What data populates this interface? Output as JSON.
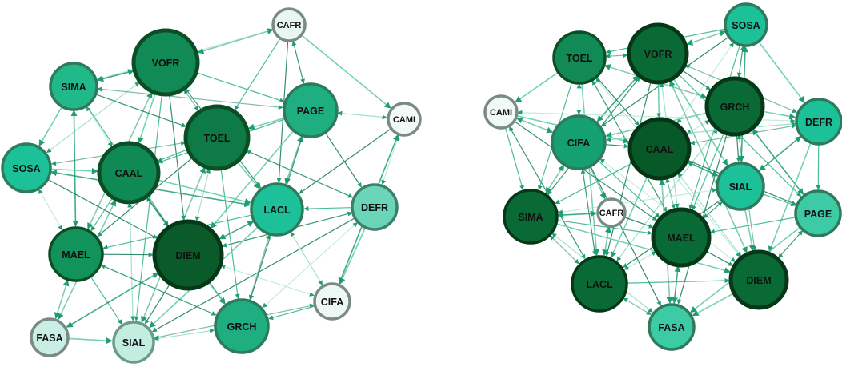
{
  "colors": {
    "stroke_dark": "#0d4d25",
    "stroke_mid": "#2f7a5a",
    "stroke_light": "#7a8a85"
  },
  "graphs": [
    {
      "id": "left",
      "nodes": [
        {
          "id": "CAFR",
          "fill": "#e8f7f2",
          "stroke": "#7a8a85"
        },
        {
          "id": "VOFR",
          "fill": "#128a55",
          "stroke": "#0d4d25"
        },
        {
          "id": "SIMA",
          "fill": "#22b98a",
          "stroke": "#2f7a5a"
        },
        {
          "id": "PAGE",
          "fill": "#1fae80",
          "stroke": "#2f7a5a"
        },
        {
          "id": "CAMI",
          "fill": "#f2faf7",
          "stroke": "#7a8a85"
        },
        {
          "id": "TOEL",
          "fill": "#0e7a45",
          "stroke": "#0d4d25"
        },
        {
          "id": "SOSA",
          "fill": "#1cc199",
          "stroke": "#2f7a5a"
        },
        {
          "id": "CAAL",
          "fill": "#108a55",
          "stroke": "#0d4d25"
        },
        {
          "id": "DEFR",
          "fill": "#6ad5b8",
          "stroke": "#3d7f6a"
        },
        {
          "id": "LACL",
          "fill": "#1cc199",
          "stroke": "#2f7a5a"
        },
        {
          "id": "MAEL",
          "fill": "#12935c",
          "stroke": "#0d4d25"
        },
        {
          "id": "DIEM",
          "fill": "#0a5a2a",
          "stroke": "#063818"
        },
        {
          "id": "CIFA",
          "fill": "#eef8f5",
          "stroke": "#7a8a85"
        },
        {
          "id": "FASA",
          "fill": "#c9eee4",
          "stroke": "#7a8a85"
        },
        {
          "id": "SIAL",
          "fill": "#c4ede1",
          "stroke": "#6a9a8a"
        },
        {
          "id": "GRCH",
          "fill": "#1fae80",
          "stroke": "#2f7a5a"
        }
      ],
      "edges": [
        [
          "CAFR",
          "VOFR"
        ],
        [
          "CAFR",
          "TOEL"
        ],
        [
          "CAFR",
          "PAGE"
        ],
        [
          "CAFR",
          "CAMI"
        ],
        [
          "CAFR",
          "SIMA"
        ],
        [
          "CAFR",
          "LACL"
        ],
        [
          "VOFR",
          "SIMA"
        ],
        [
          "VOFR",
          "PAGE"
        ],
        [
          "VOFR",
          "TOEL"
        ],
        [
          "VOFR",
          "CAAL"
        ],
        [
          "VOFR",
          "SOSA"
        ],
        [
          "VOFR",
          "DIEM"
        ],
        [
          "VOFR",
          "MAEL"
        ],
        [
          "VOFR",
          "SIAL"
        ],
        [
          "VOFR",
          "LACL"
        ],
        [
          "SIMA",
          "SOSA"
        ],
        [
          "SIMA",
          "CAAL"
        ],
        [
          "SIMA",
          "TOEL"
        ],
        [
          "SIMA",
          "MAEL"
        ],
        [
          "SIMA",
          "DIEM"
        ],
        [
          "SIMA",
          "PAGE"
        ],
        [
          "PAGE",
          "TOEL"
        ],
        [
          "PAGE",
          "CAMI"
        ],
        [
          "PAGE",
          "DEFR"
        ],
        [
          "PAGE",
          "LACL"
        ],
        [
          "PAGE",
          "CAAL"
        ],
        [
          "PAGE",
          "GRCH"
        ],
        [
          "PAGE",
          "DIEM"
        ],
        [
          "CAMI",
          "DEFR"
        ],
        [
          "CAMI",
          "LACL"
        ],
        [
          "CAMI",
          "CIFA"
        ],
        [
          "TOEL",
          "CAAL"
        ],
        [
          "TOEL",
          "SOSA"
        ],
        [
          "TOEL",
          "LACL"
        ],
        [
          "TOEL",
          "DIEM"
        ],
        [
          "TOEL",
          "MAEL"
        ],
        [
          "TOEL",
          "SIAL"
        ],
        [
          "TOEL",
          "GRCH"
        ],
        [
          "TOEL",
          "DEFR"
        ],
        [
          "SOSA",
          "CAAL"
        ],
        [
          "SOSA",
          "MAEL"
        ],
        [
          "SOSA",
          "DIEM"
        ],
        [
          "SOSA",
          "LACL"
        ],
        [
          "CAAL",
          "MAEL"
        ],
        [
          "CAAL",
          "DIEM"
        ],
        [
          "CAAL",
          "LACL"
        ],
        [
          "CAAL",
          "SIAL"
        ],
        [
          "CAAL",
          "GRCH"
        ],
        [
          "CAAL",
          "FASA"
        ],
        [
          "DEFR",
          "LACL"
        ],
        [
          "DEFR",
          "DIEM"
        ],
        [
          "DEFR",
          "CIFA"
        ],
        [
          "DEFR",
          "GRCH"
        ],
        [
          "DEFR",
          "SIAL"
        ],
        [
          "LACL",
          "DIEM"
        ],
        [
          "LACL",
          "MAEL"
        ],
        [
          "LACL",
          "GRCH"
        ],
        [
          "LACL",
          "SIAL"
        ],
        [
          "LACL",
          "CIFA"
        ],
        [
          "MAEL",
          "DIEM"
        ],
        [
          "MAEL",
          "FASA"
        ],
        [
          "MAEL",
          "SIAL"
        ],
        [
          "MAEL",
          "GRCH"
        ],
        [
          "DIEM",
          "GRCH"
        ],
        [
          "DIEM",
          "CIFA"
        ],
        [
          "DIEM",
          "SIAL"
        ],
        [
          "DIEM",
          "FASA"
        ],
        [
          "CIFA",
          "GRCH"
        ],
        [
          "CIFA",
          "SIAL"
        ],
        [
          "FASA",
          "SIAL"
        ],
        [
          "SIAL",
          "GRCH"
        ]
      ]
    },
    {
      "id": "right",
      "nodes": [
        {
          "id": "SOSA",
          "fill": "#1cc199",
          "stroke": "#2f7a5a"
        },
        {
          "id": "TOEL",
          "fill": "#128a55",
          "stroke": "#0d4d25"
        },
        {
          "id": "VOFR",
          "fill": "#0a6a35",
          "stroke": "#063818"
        },
        {
          "id": "GRCH",
          "fill": "#0a6a35",
          "stroke": "#063818"
        },
        {
          "id": "CAMI",
          "fill": "#f0f9f6",
          "stroke": "#7a8a85"
        },
        {
          "id": "DEFR",
          "fill": "#1cc199",
          "stroke": "#2f7a5a"
        },
        {
          "id": "CIFA",
          "fill": "#14a070",
          "stroke": "#2f7a5a"
        },
        {
          "id": "CAAL",
          "fill": "#075a28",
          "stroke": "#053516"
        },
        {
          "id": "SIAL",
          "fill": "#1cc199",
          "stroke": "#2f7a5a"
        },
        {
          "id": "SIMA",
          "fill": "#0a6a35",
          "stroke": "#063818"
        },
        {
          "id": "CAFR",
          "fill": "#ffffff",
          "stroke": "#7a8a85"
        },
        {
          "id": "PAGE",
          "fill": "#3dcba5",
          "stroke": "#2f7a5a"
        },
        {
          "id": "MAEL",
          "fill": "#0a6a35",
          "stroke": "#063818"
        },
        {
          "id": "LACL",
          "fill": "#0a6a35",
          "stroke": "#063818"
        },
        {
          "id": "DIEM",
          "fill": "#0a6a35",
          "stroke": "#063818"
        },
        {
          "id": "FASA",
          "fill": "#3dcba5",
          "stroke": "#2f7a5a"
        }
      ],
      "edges": [
        [
          "SOSA",
          "VOFR"
        ],
        [
          "SOSA",
          "TOEL"
        ],
        [
          "SOSA",
          "GRCH"
        ],
        [
          "SOSA",
          "DEFR"
        ],
        [
          "SOSA",
          "CAAL"
        ],
        [
          "SOSA",
          "CIFA"
        ],
        [
          "SOSA",
          "SIAL"
        ],
        [
          "SOSA",
          "MAEL"
        ],
        [
          "TOEL",
          "VOFR"
        ],
        [
          "TOEL",
          "CAMI"
        ],
        [
          "TOEL",
          "CIFA"
        ],
        [
          "TOEL",
          "CAAL"
        ],
        [
          "TOEL",
          "GRCH"
        ],
        [
          "TOEL",
          "SIMA"
        ],
        [
          "TOEL",
          "MAEL"
        ],
        [
          "TOEL",
          "LACL"
        ],
        [
          "TOEL",
          "DIEM"
        ],
        [
          "VOFR",
          "GRCH"
        ],
        [
          "VOFR",
          "CIFA"
        ],
        [
          "VOFR",
          "CAAL"
        ],
        [
          "VOFR",
          "DEFR"
        ],
        [
          "VOFR",
          "SIAL"
        ],
        [
          "VOFR",
          "MAEL"
        ],
        [
          "VOFR",
          "LACL"
        ],
        [
          "VOFR",
          "DIEM"
        ],
        [
          "VOFR",
          "PAGE"
        ],
        [
          "VOFR",
          "SIMA"
        ],
        [
          "GRCH",
          "DEFR"
        ],
        [
          "GRCH",
          "CAAL"
        ],
        [
          "GRCH",
          "SIAL"
        ],
        [
          "GRCH",
          "PAGE"
        ],
        [
          "GRCH",
          "MAEL"
        ],
        [
          "GRCH",
          "DIEM"
        ],
        [
          "GRCH",
          "CIFA"
        ],
        [
          "GRCH",
          "LACL"
        ],
        [
          "GRCH",
          "FASA"
        ],
        [
          "CAMI",
          "CIFA"
        ],
        [
          "CAMI",
          "SIMA"
        ],
        [
          "CAMI",
          "LACL"
        ],
        [
          "CAMI",
          "CAAL"
        ],
        [
          "CAMI",
          "DEFR"
        ],
        [
          "CAMI",
          "MAEL"
        ],
        [
          "DEFR",
          "SIAL"
        ],
        [
          "DEFR",
          "PAGE"
        ],
        [
          "DEFR",
          "CAAL"
        ],
        [
          "DEFR",
          "DIEM"
        ],
        [
          "DEFR",
          "CIFA"
        ],
        [
          "CIFA",
          "CAAL"
        ],
        [
          "CIFA",
          "SIMA"
        ],
        [
          "CIFA",
          "MAEL"
        ],
        [
          "CIFA",
          "LACL"
        ],
        [
          "CIFA",
          "CAFR"
        ],
        [
          "CIFA",
          "DIEM"
        ],
        [
          "CIFA",
          "FASA"
        ],
        [
          "CAAL",
          "SIAL"
        ],
        [
          "CAAL",
          "SIMA"
        ],
        [
          "CAAL",
          "MAEL"
        ],
        [
          "CAAL",
          "LACL"
        ],
        [
          "CAAL",
          "DIEM"
        ],
        [
          "CAAL",
          "PAGE"
        ],
        [
          "CAAL",
          "FASA"
        ],
        [
          "SIAL",
          "PAGE"
        ],
        [
          "SIAL",
          "MAEL"
        ],
        [
          "SIAL",
          "DIEM"
        ],
        [
          "SIAL",
          "SIMA"
        ],
        [
          "SIAL",
          "LACL"
        ],
        [
          "SIMA",
          "CAFR"
        ],
        [
          "SIMA",
          "MAEL"
        ],
        [
          "SIMA",
          "LACL"
        ],
        [
          "SIMA",
          "DIEM"
        ],
        [
          "SIMA",
          "FASA"
        ],
        [
          "CAFR",
          "MAEL"
        ],
        [
          "CAFR",
          "LACL"
        ],
        [
          "PAGE",
          "MAEL"
        ],
        [
          "PAGE",
          "DIEM"
        ],
        [
          "PAGE",
          "FASA"
        ],
        [
          "MAEL",
          "LACL"
        ],
        [
          "MAEL",
          "DIEM"
        ],
        [
          "MAEL",
          "FASA"
        ],
        [
          "LACL",
          "DIEM"
        ],
        [
          "LACL",
          "FASA"
        ],
        [
          "DIEM",
          "FASA"
        ]
      ]
    }
  ]
}
